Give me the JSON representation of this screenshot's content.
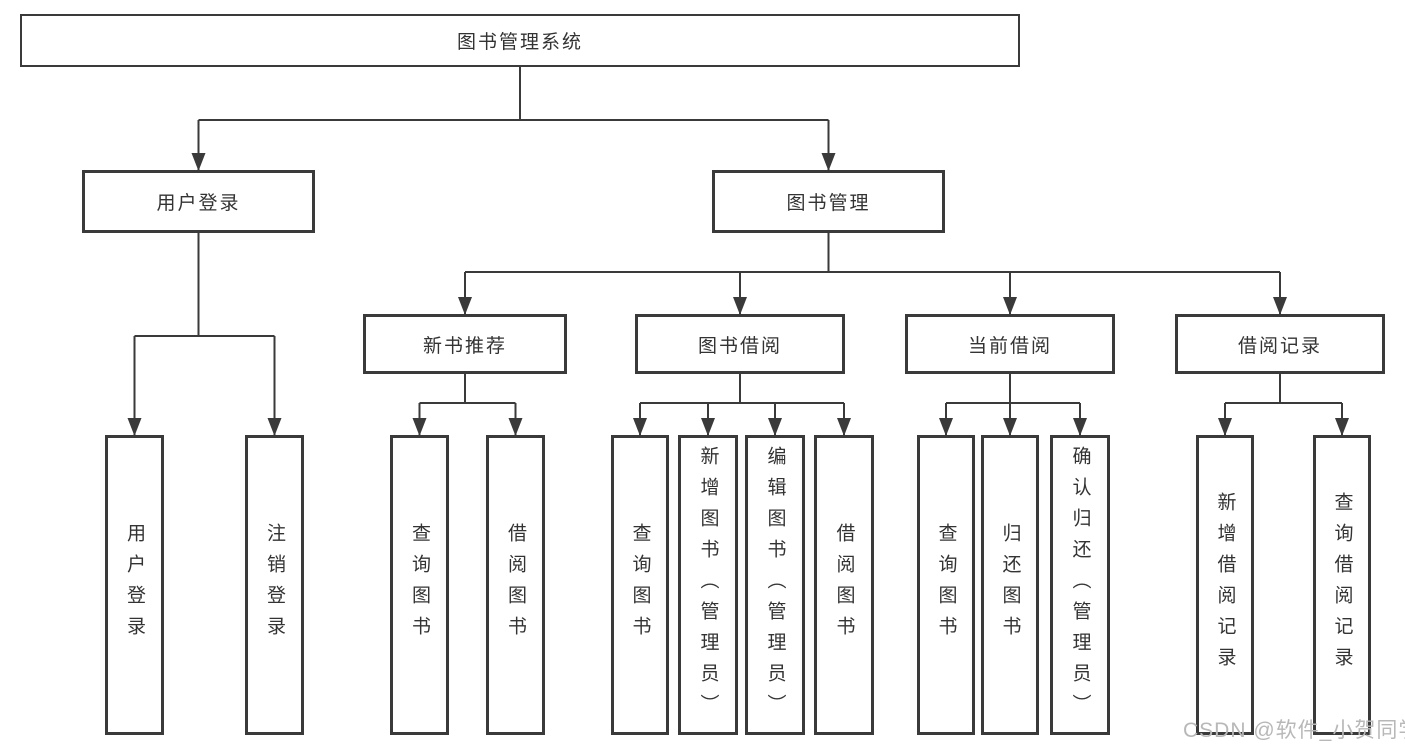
{
  "diagram": {
    "root": {
      "label": "图书管理系统"
    },
    "level2": [
      {
        "label": "用户登录"
      },
      {
        "label": "图书管理"
      }
    ],
    "level3": [
      {
        "label": "新书推荐",
        "parent": "图书管理"
      },
      {
        "label": "图书借阅",
        "parent": "图书管理"
      },
      {
        "label": "当前借阅",
        "parent": "图书管理"
      },
      {
        "label": "借阅记录",
        "parent": "图书管理"
      }
    ],
    "leaves": [
      {
        "label": "用户登录",
        "parent": "用户登录"
      },
      {
        "label": "注销登录",
        "parent": "用户登录"
      },
      {
        "label": "查询图书",
        "parent": "新书推荐"
      },
      {
        "label": "借阅图书",
        "parent": "新书推荐"
      },
      {
        "label": "查询图书",
        "parent": "图书借阅"
      },
      {
        "label": "新增图书（管理员）",
        "parent": "图书借阅"
      },
      {
        "label": "编辑图书（管理员）",
        "parent": "图书借阅"
      },
      {
        "label": "借阅图书",
        "parent": "图书借阅"
      },
      {
        "label": "查询图书",
        "parent": "当前借阅"
      },
      {
        "label": "归还图书",
        "parent": "当前借阅"
      },
      {
        "label": "确认归还（管理员）",
        "parent": "当前借阅"
      },
      {
        "label": "新增借阅记录",
        "parent": "借阅记录"
      },
      {
        "label": "查询借阅记录",
        "parent": "借阅记录"
      }
    ]
  },
  "watermark": {
    "text": "CSDN @软件_小贺同学"
  },
  "colors": {
    "line": "#3a3a3a",
    "text": "#333333",
    "background": "#ffffff",
    "watermark_text": "#b8b8b8"
  }
}
